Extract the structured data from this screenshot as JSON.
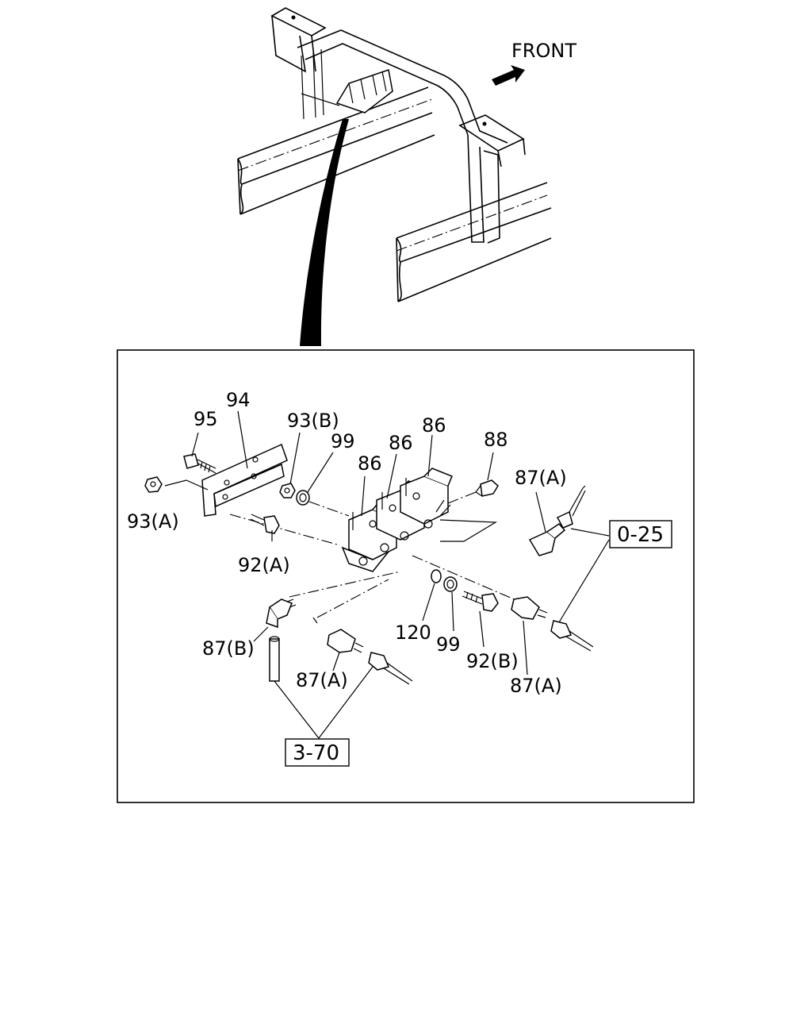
{
  "orientation": {
    "label": "FRONT",
    "arrow_icon": "arrow-right-icon"
  },
  "callouts": {
    "c95": "95",
    "c94": "94",
    "c93b": "93(B)",
    "c99_top": "99",
    "c86_a": "86",
    "c86_b": "86",
    "c86_c": "86",
    "c88": "88",
    "c87a_top": "87(A)",
    "c93a": "93(A)",
    "c92a": "92(A)",
    "c120": "120",
    "c99_bottom": "99",
    "c92b": "92(B)",
    "c87a_right": "87(A)",
    "c87b": "87(B)",
    "c87a_mid": "87(A)"
  },
  "references": {
    "ref_0_25": "0-25",
    "ref_3_70": "3-70"
  }
}
